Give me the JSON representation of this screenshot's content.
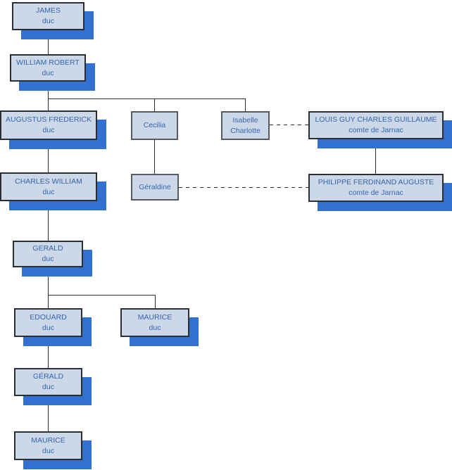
{
  "tree": {
    "type": "family-tree",
    "persons": [
      {
        "id": "james",
        "name": "JAMES",
        "title": "duc"
      },
      {
        "id": "william-robert",
        "name": "WILLIAM ROBERT",
        "title": "duc"
      },
      {
        "id": "augustus-frederick",
        "name": "AUGUSTUS FREDERICK",
        "title": "duc"
      },
      {
        "id": "cecilia",
        "name": "Cecilia",
        "title": ""
      },
      {
        "id": "isabelle-charlotte",
        "name": "Isabelle Charlotte",
        "title": ""
      },
      {
        "id": "louis-guy",
        "name": "LOUIS GUY CHARLES GUILLAUME",
        "title": "comte de Jarnac"
      },
      {
        "id": "charles-william",
        "name": "CHARLES WILLIAM",
        "title": "duc"
      },
      {
        "id": "geraldine",
        "name": "Géraldine",
        "title": ""
      },
      {
        "id": "philippe-ferdinand",
        "name": "PHILIPPE FERDINAND AUGUSTE",
        "title": "comte de Jarnac"
      },
      {
        "id": "gerald",
        "name": "GERALD",
        "title": "duc"
      },
      {
        "id": "edouard",
        "name": "EDOUARD",
        "title": "duc"
      },
      {
        "id": "maurice",
        "name": "MAURICE",
        "title": "duc"
      },
      {
        "id": "gerald-2",
        "name": "GÉRALD",
        "title": "duc"
      },
      {
        "id": "maurice-2",
        "name": "MAURICE",
        "title": "duc"
      }
    ],
    "connections": {
      "parent_child": [
        [
          "james",
          "william-robert"
        ],
        [
          "william-robert",
          "augustus-frederick"
        ],
        [
          "william-robert",
          "cecilia"
        ],
        [
          "william-robert",
          "isabelle-charlotte"
        ],
        [
          "augustus-frederick",
          "charles-william"
        ],
        [
          "cecilia",
          "geraldine"
        ],
        [
          "louis-guy",
          "philippe-ferdinand"
        ],
        [
          "charles-william",
          "gerald"
        ],
        [
          "gerald",
          "edouard"
        ],
        [
          "gerald",
          "maurice"
        ],
        [
          "edouard",
          "gerald-2"
        ],
        [
          "gerald-2",
          "maurice-2"
        ]
      ],
      "marriages": [
        [
          "isabelle-charlotte",
          "louis-guy"
        ],
        [
          "geraldine",
          "philippe-ferdinand"
        ]
      ]
    }
  },
  "colors": {
    "box_fill": "#ccd8e8",
    "shadow_blue": "#3271d0",
    "text_blue": "#3366b0",
    "border_dark": "#2b2e34",
    "border_gray": "#565a61",
    "line_color": "#2e2e2e"
  }
}
